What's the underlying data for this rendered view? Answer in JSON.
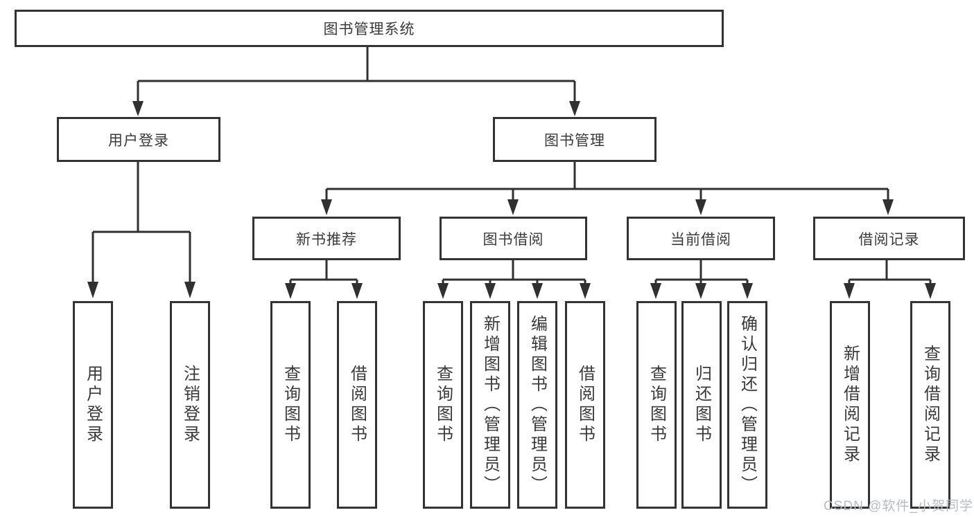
{
  "diagram": {
    "type": "hierarchy-tree",
    "title": "图书管理系统",
    "colors": {
      "background": "#ffffff",
      "line": "#303030",
      "box_border": "#333333",
      "text": "#3a3a3a",
      "watermark": "#b7bbc0"
    },
    "nodes": {
      "root": {
        "label": "图书管理系统"
      },
      "user_login": {
        "label": "用户登录"
      },
      "book_mgmt": {
        "label": "图书管理"
      },
      "new_book_rec": {
        "label": "新书推荐"
      },
      "book_borrow": {
        "label": "图书借阅"
      },
      "current_borrow": {
        "label": "当前借阅"
      },
      "borrow_record": {
        "label": "借阅记录"
      },
      "leaf_user_login": {
        "label": "用户登录"
      },
      "leaf_logout": {
        "label": "注销登录"
      },
      "leaf_rec_query_book": {
        "label": "查询图书"
      },
      "leaf_rec_borrow_book": {
        "label": "借阅图书"
      },
      "leaf_bb_query_book": {
        "label": "查询图书"
      },
      "leaf_bb_add_book": {
        "label": "新增图书（管理员）"
      },
      "leaf_bb_edit_book": {
        "label": "编辑图书（管理员）"
      },
      "leaf_bb_borrow_book": {
        "label": "借阅图书"
      },
      "leaf_cb_query_book": {
        "label": "查询图书"
      },
      "leaf_cb_return_book": {
        "label": "归还图书"
      },
      "leaf_cb_confirm_return": {
        "label": "确认归还（管理员）"
      },
      "leaf_br_add_record": {
        "label": "新增借阅记录"
      },
      "leaf_br_query_record": {
        "label": "查询借阅记录"
      }
    },
    "edges": [
      [
        "root",
        "user_login"
      ],
      [
        "root",
        "book_mgmt"
      ],
      [
        "user_login",
        "leaf_user_login"
      ],
      [
        "user_login",
        "leaf_logout"
      ],
      [
        "book_mgmt",
        "new_book_rec"
      ],
      [
        "book_mgmt",
        "book_borrow"
      ],
      [
        "book_mgmt",
        "current_borrow"
      ],
      [
        "book_mgmt",
        "borrow_record"
      ],
      [
        "new_book_rec",
        "leaf_rec_query_book"
      ],
      [
        "new_book_rec",
        "leaf_rec_borrow_book"
      ],
      [
        "book_borrow",
        "leaf_bb_query_book"
      ],
      [
        "book_borrow",
        "leaf_bb_add_book"
      ],
      [
        "book_borrow",
        "leaf_bb_edit_book"
      ],
      [
        "book_borrow",
        "leaf_bb_borrow_book"
      ],
      [
        "current_borrow",
        "leaf_cb_query_book"
      ],
      [
        "current_borrow",
        "leaf_cb_return_book"
      ],
      [
        "current_borrow",
        "leaf_cb_confirm_return"
      ],
      [
        "borrow_record",
        "leaf_br_add_record"
      ],
      [
        "borrow_record",
        "leaf_br_query_record"
      ]
    ],
    "watermark": {
      "text": "CSDN @软件_小贺同学"
    }
  }
}
